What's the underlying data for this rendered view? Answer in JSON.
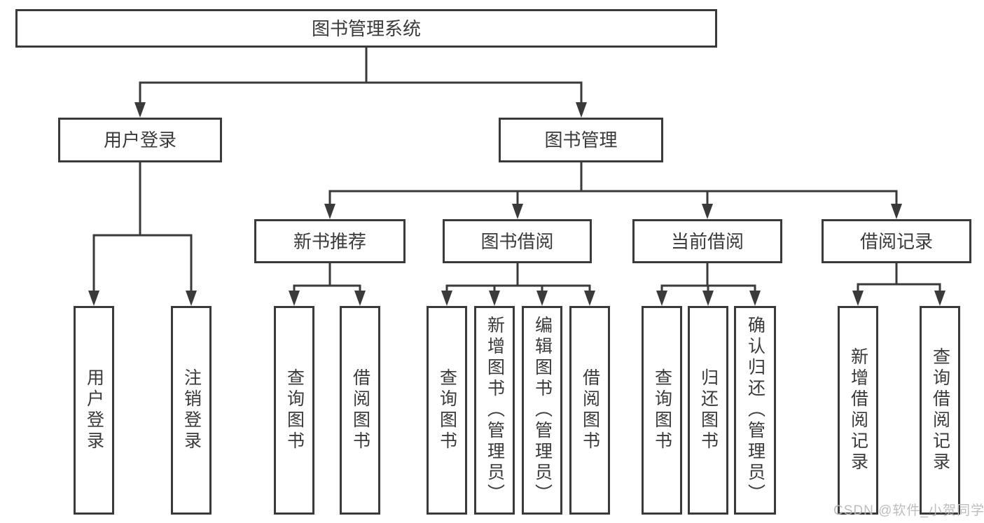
{
  "diagram": {
    "root": {
      "label": "图书管理系统"
    },
    "level2": {
      "user_login": {
        "label": "用户登录"
      },
      "book_management": {
        "label": "图书管理"
      }
    },
    "level3": {
      "new_book_recommend": {
        "label": "新书推荐"
      },
      "book_borrow": {
        "label": "图书借阅"
      },
      "current_borrow": {
        "label": "当前借阅"
      },
      "borrow_records": {
        "label": "借阅记录"
      }
    },
    "leaves": {
      "user_login": {
        "label": "用户登录"
      },
      "logout": {
        "label": "注销登录"
      },
      "query_book_1": {
        "label": "查询图书"
      },
      "borrow_book_1": {
        "label": "借阅图书"
      },
      "query_book_2": {
        "label": "查询图书"
      },
      "add_book_admin": {
        "label": "新增图书（管理员）"
      },
      "edit_book_admin": {
        "label": "编辑图书（管理员）"
      },
      "borrow_book_2": {
        "label": "借阅图书"
      },
      "query_book_3": {
        "label": "查询图书"
      },
      "return_book": {
        "label": "归还图书"
      },
      "confirm_return_admin": {
        "label": "确认归还（管理员）"
      },
      "add_borrow_record": {
        "label": "新增借阅记录"
      },
      "query_borrow_record": {
        "label": "查询借阅记录"
      }
    }
  },
  "watermark": {
    "text": "CSDN @软件_小贺同学"
  },
  "colors": {
    "line": "#3a3a3a",
    "text": "#3a3a3a",
    "background": "#ffffff",
    "watermark": "#b9b9b9"
  }
}
